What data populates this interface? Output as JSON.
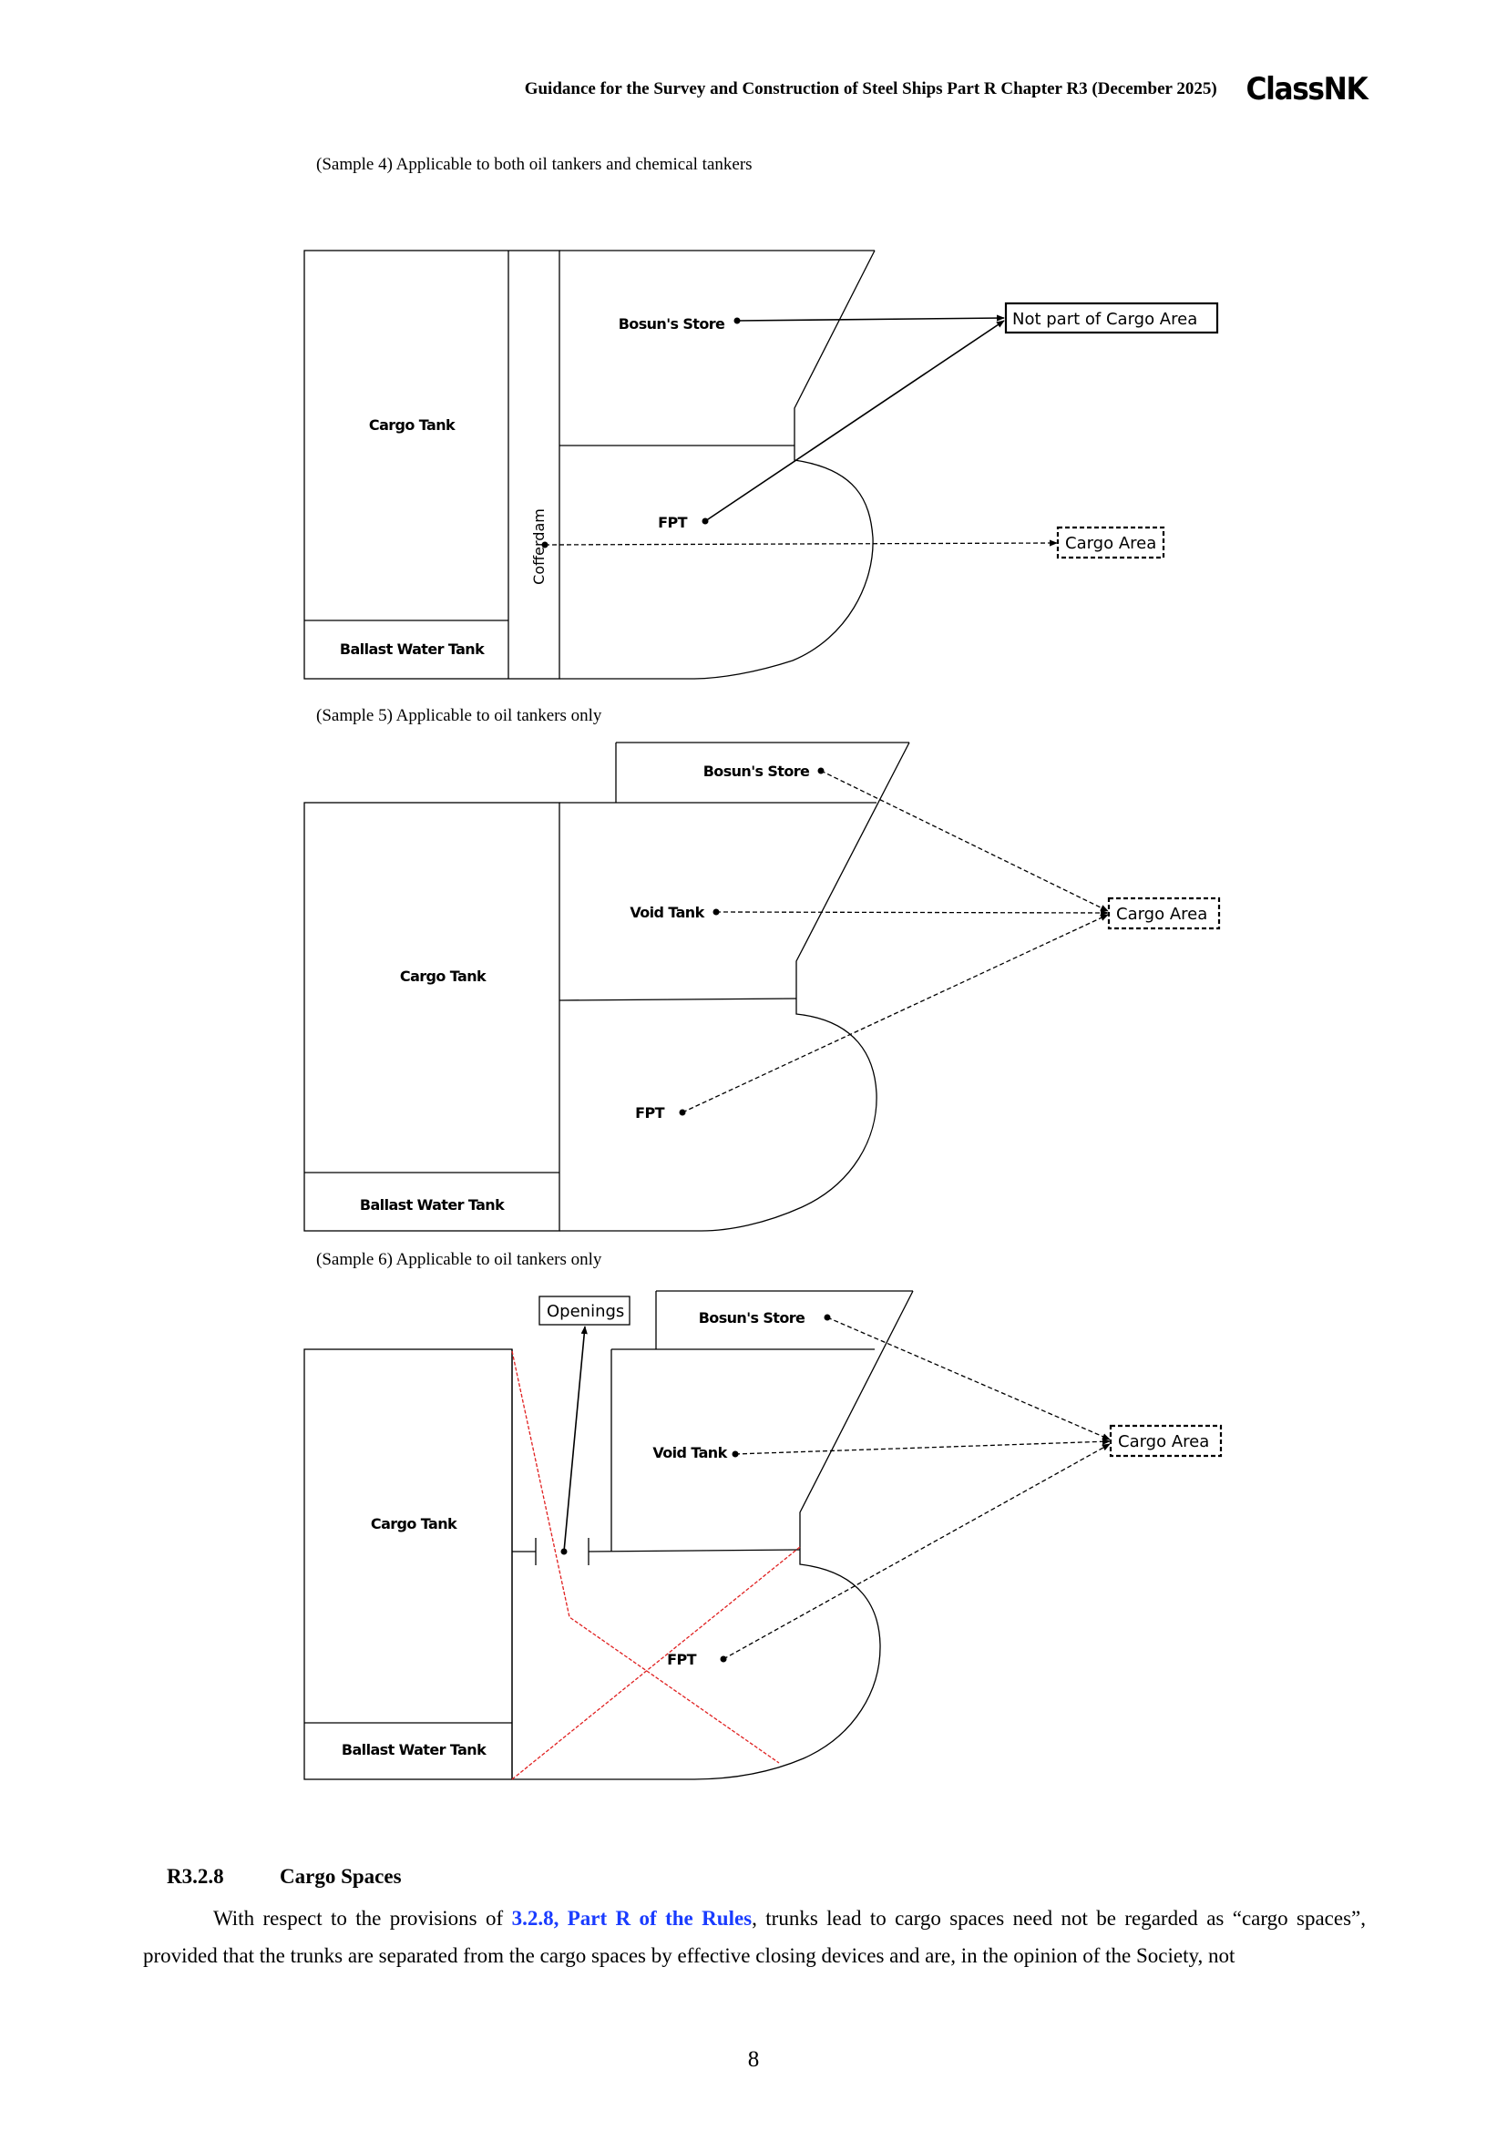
{
  "header": {
    "title": "Guidance for the Survey and Construction of Steel Ships Part R Chapter R3 (December 2025)",
    "logo": "ClassNK"
  },
  "samples": [
    {
      "caption": "(Sample 4) Applicable to both oil tankers and chemical tankers",
      "labels": {
        "cargo_tank": "Cargo Tank",
        "ballast": "Ballast Water Tank",
        "cofferdam": "Cofferdam",
        "bosun": "Bosun's Store",
        "fpt": "FPT",
        "not_cargo_area": "Not part of Cargo Area",
        "cargo_area": "Cargo Area"
      }
    },
    {
      "caption": "(Sample 5) Applicable to oil tankers only",
      "labels": {
        "cargo_tank": "Cargo Tank",
        "ballast": "Ballast Water Tank",
        "bosun": "Bosun's Store",
        "void": "Void Tank",
        "fpt": "FPT",
        "cargo_area": "Cargo Area"
      }
    },
    {
      "caption": "(Sample 6) Applicable to oil tankers only",
      "labels": {
        "cargo_tank": "Cargo Tank",
        "ballast": "Ballast Water Tank",
        "bosun": "Bosun's Store",
        "void": "Void Tank",
        "fpt": "FPT",
        "openings": "Openings",
        "cargo_area": "Cargo Area"
      }
    }
  ],
  "section": {
    "number": "R3.2.8",
    "title": "Cargo Spaces",
    "text_before": "With respect to the provisions of ",
    "link": "3.2.8, Part R of the Rules",
    "text_after": ", trunks lead to cargo spaces need not be regarded as “cargo spaces”, provided that the trunks are separated from the cargo spaces by effective closing devices and are, in the opinion of the Society, not"
  },
  "page_number": "8"
}
